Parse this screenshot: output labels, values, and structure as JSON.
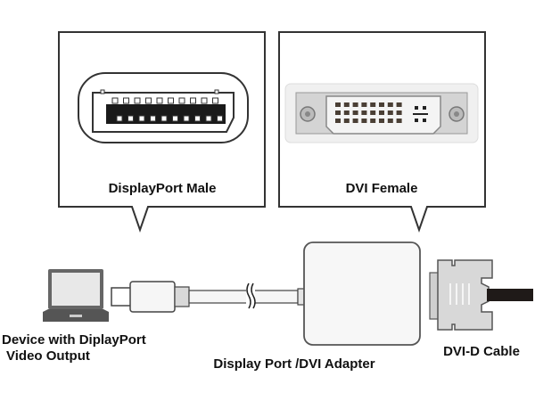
{
  "title": "DisplayPort to DVI adapter connection diagram",
  "callouts": {
    "displayport": {
      "label": "DisplayPort Male",
      "pin_rows": [
        10,
        10
      ]
    },
    "dvi": {
      "label": "DVI Female",
      "pin_rows": [
        8,
        8,
        8
      ]
    }
  },
  "labels": {
    "device_line1": "Device with DiplayPort",
    "device_line2": "Video Output",
    "adapter": "Display Port /DVI Adapter",
    "cable": "DVI-D Cable"
  },
  "colors": {
    "outline": "#333333",
    "connector_black": "#1a1a1a",
    "light_fill": "#f2f2f2",
    "metal": "#c8c8c8"
  }
}
